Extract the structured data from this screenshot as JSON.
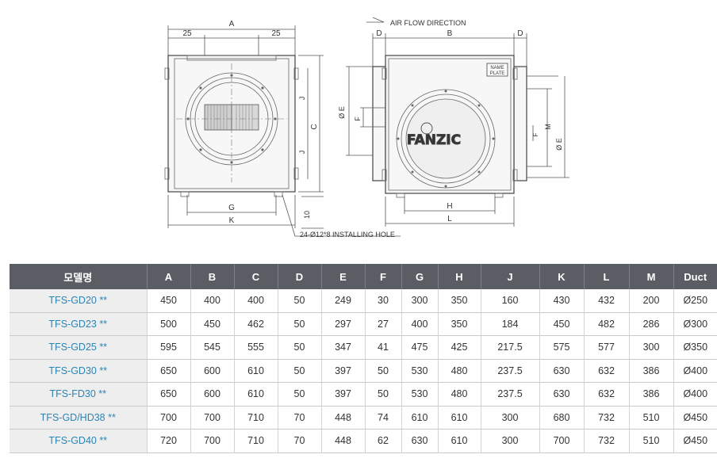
{
  "drawing": {
    "air_flow": "AIR FLOW DIRECTION",
    "hole_note": "24-Ø12*8 INSTALLING HOLE",
    "brand": "FANZIC",
    "name_plate_1": "NAME",
    "name_plate_2": "PLATE",
    "labels": {
      "A": "A",
      "B": "B",
      "C": "C",
      "D": "D",
      "J": "J",
      "G": "G",
      "K": "K",
      "H": "H",
      "L": "L",
      "M": "M",
      "F": "F",
      "E": "Ø E",
      "ten": "10",
      "twentyfive": "25"
    }
  },
  "table": {
    "headers": [
      "모델명",
      "A",
      "B",
      "C",
      "D",
      "E",
      "F",
      "G",
      "H",
      "J",
      "K",
      "L",
      "M",
      "Duct"
    ],
    "rows": [
      [
        "TFS-GD20 **",
        "450",
        "400",
        "400",
        "50",
        "249",
        "30",
        "300",
        "350",
        "160",
        "430",
        "432",
        "200",
        "Ø250"
      ],
      [
        "TFS-GD23 **",
        "500",
        "450",
        "462",
        "50",
        "297",
        "27",
        "400",
        "350",
        "184",
        "450",
        "482",
        "286",
        "Ø300"
      ],
      [
        "TFS-GD25 **",
        "595",
        "545",
        "555",
        "50",
        "347",
        "41",
        "475",
        "425",
        "217.5",
        "575",
        "577",
        "300",
        "Ø350"
      ],
      [
        "TFS-GD30 **",
        "650",
        "600",
        "610",
        "50",
        "397",
        "50",
        "530",
        "480",
        "237.5",
        "630",
        "632",
        "386",
        "Ø400"
      ],
      [
        "TFS-FD30 **",
        "650",
        "600",
        "610",
        "50",
        "397",
        "50",
        "530",
        "480",
        "237.5",
        "630",
        "632",
        "386",
        "Ø400"
      ],
      [
        "TFS-GD/HD38 **",
        "700",
        "700",
        "710",
        "70",
        "448",
        "74",
        "610",
        "610",
        "300",
        "680",
        "732",
        "510",
        "Ø450"
      ],
      [
        "TFS-GD40 **",
        "720",
        "700",
        "710",
        "70",
        "448",
        "62",
        "630",
        "610",
        "300",
        "700",
        "732",
        "510",
        "Ø450"
      ]
    ]
  },
  "colors": {
    "header_bg": "#5a5d63",
    "model_text": "#2c84b5",
    "model_bg": "#eeeeee"
  }
}
